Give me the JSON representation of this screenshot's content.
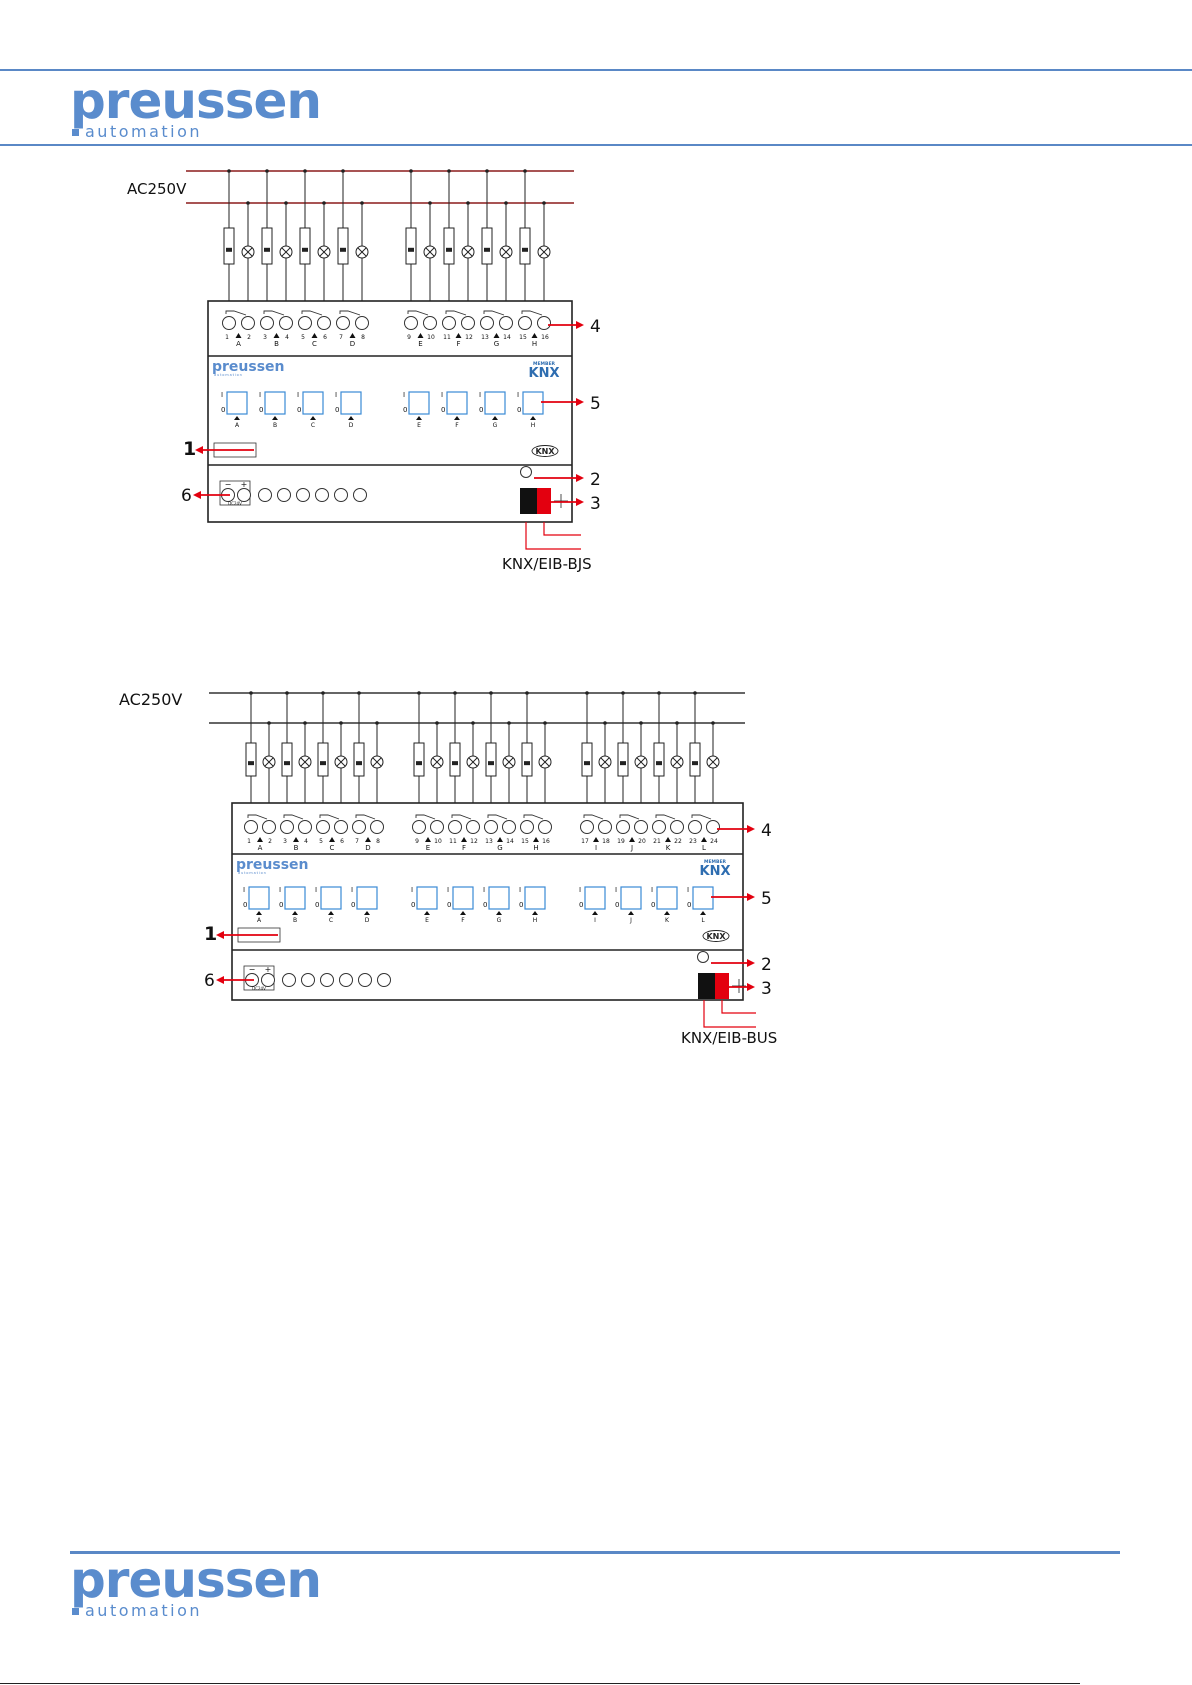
{
  "header": {
    "logo_word": "preussen",
    "logo_sub": "automation"
  },
  "footer": {
    "logo_word": "preussen",
    "logo_sub": "automation"
  },
  "colors": {
    "brand": "#5a8ccd",
    "rule": "#5a88c6",
    "callout": "#e3000f",
    "supply": "#8b1c1c",
    "knx_red": "#e3000f",
    "knx_black": "#111111"
  },
  "diagrams": [
    {
      "supply_label": "AC250V",
      "bus_label": "KNX/EIB-BJS",
      "device_logo": "preussen",
      "device_logo_sub": "automation",
      "knx_badge": "KNX",
      "knx_member": "MEMBER",
      "power_label": "DC24V",
      "manual_on": "I",
      "manual_off": "0",
      "channels": [
        "A",
        "B",
        "C",
        "D",
        "E",
        "F",
        "G",
        "H"
      ],
      "terminals": [
        "1",
        "2",
        "3",
        "4",
        "5",
        "6",
        "7",
        "8",
        "9",
        "10",
        "11",
        "12",
        "13",
        "14",
        "15",
        "16"
      ],
      "callouts": [
        "1",
        "2",
        "3",
        "4",
        "5",
        "6"
      ],
      "icons": [
        "breaker-icon",
        "lamp-icon",
        "relay-contact-icon",
        "manual-switch-icon",
        "led-icon",
        "knx-terminal-icon",
        "ground-icon"
      ]
    },
    {
      "supply_label": "AC250V",
      "bus_label": "KNX/EIB-BUS",
      "device_logo": "preussen",
      "device_logo_sub": "automation",
      "knx_badge": "KNX",
      "knx_member": "MEMBER",
      "power_label": "DC24V",
      "manual_on": "I",
      "manual_off": "0",
      "channels": [
        "A",
        "B",
        "C",
        "D",
        "E",
        "F",
        "G",
        "H",
        "I",
        "J",
        "K",
        "L"
      ],
      "terminals": [
        "1",
        "2",
        "3",
        "4",
        "5",
        "6",
        "7",
        "8",
        "9",
        "10",
        "11",
        "12",
        "13",
        "14",
        "15",
        "16",
        "17",
        "18",
        "19",
        "20",
        "21",
        "22",
        "23",
        "24"
      ],
      "callouts": [
        "1",
        "2",
        "3",
        "4",
        "5",
        "6"
      ],
      "icons": [
        "breaker-icon",
        "lamp-icon",
        "relay-contact-icon",
        "manual-switch-icon",
        "led-icon",
        "knx-terminal-icon",
        "ground-icon"
      ]
    }
  ]
}
